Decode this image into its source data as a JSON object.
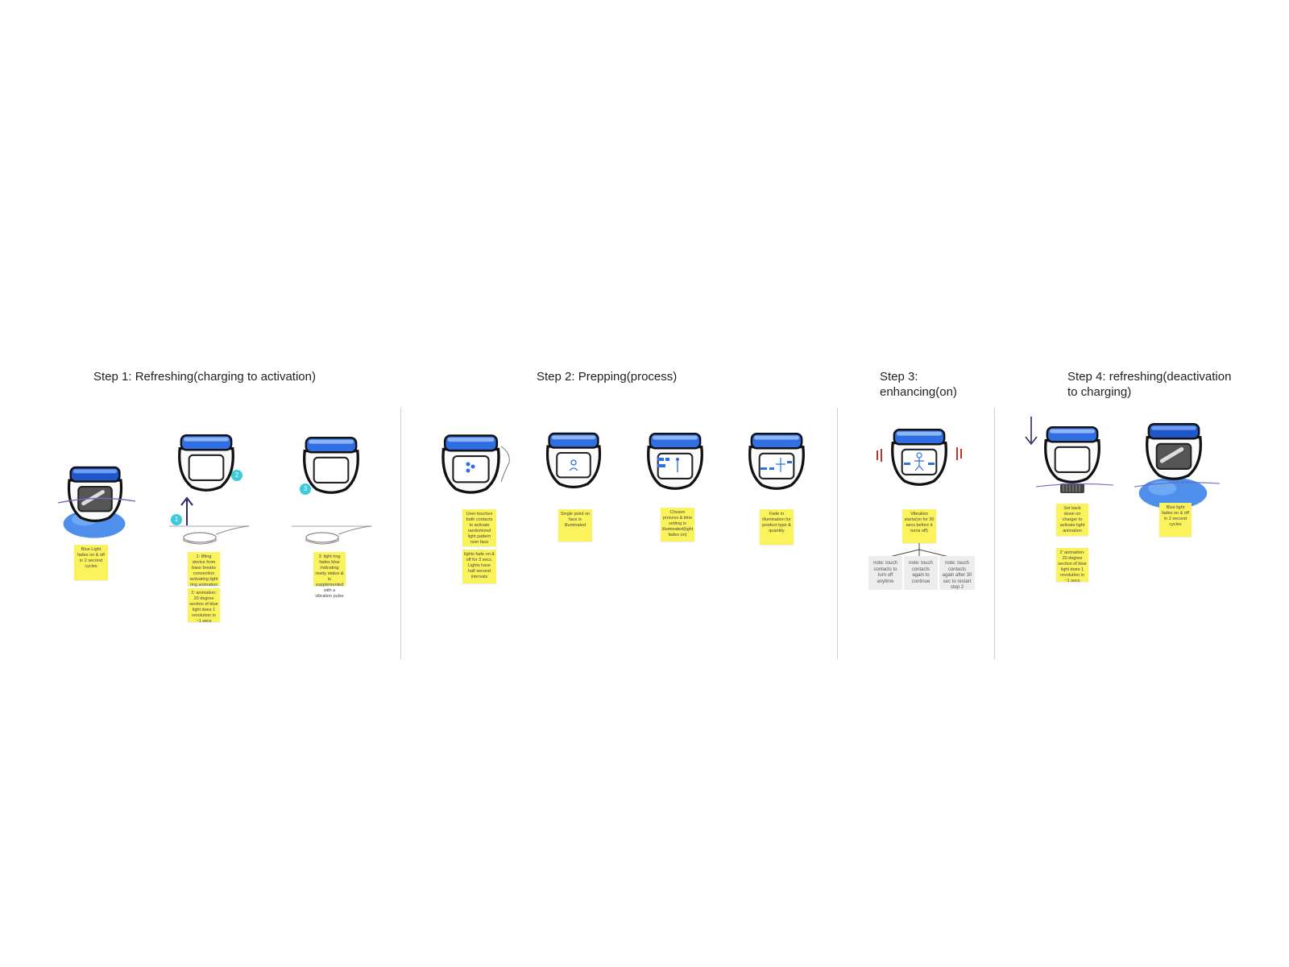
{
  "steps": [
    {
      "title": "Step 1: Refreshing(charging to activation)"
    },
    {
      "title": "Step 2: Prepping(process)"
    },
    {
      "title": "Step 3:\nenhancing(on)"
    },
    {
      "title": "Step 4: refreshing(deactivation\nto charging)"
    }
  ],
  "markers": [
    "1",
    "2",
    "3"
  ],
  "notes": {
    "s1a": "Blue Light fades on & off in 2 second cycles",
    "s1b": "1: lifting device from base breaks connection activating light ring animation",
    "s1c": "2: animation: 20 degree section of blue light does 1 revolution in ~1 secs",
    "s1d": "3: light ring fades blue indicating ready status & is supplemented with a vibration pulse",
    "s2a": "User touches both contacts to activate randomized light pattern over face",
    "s2b": "lights fade on & off for 3 secs. Lights have half second intervals",
    "s2c": "Single point on face is illuminated",
    "s2d": "Chosen process & time setting is illuminated(light fades on)",
    "s2e": "Fade in illumination for product type & quantity",
    "s3a": "Vibration starts(on for 30 secs before it turns off)",
    "s4a": "Set back down on charger to activate light animation",
    "s4b": "2' animation: 20 degree section of blue light does 1 revolution in ~1 secs",
    "s4c": "Blue light fades on & off in 2 second cycles"
  },
  "branches": {
    "b1": "note: touch contacts to turn off anytime",
    "b2": "note: touch contacts again to continue",
    "b3": "note: touch contacts again after 30 sec to restart step 2"
  },
  "colors": {
    "lid": "#2f6fe3",
    "lid_light": "#8fb4f3",
    "outline": "#111111",
    "sticky": "#fbf35b",
    "marker": "#3ec9dc",
    "vibration": "#c9302c"
  }
}
